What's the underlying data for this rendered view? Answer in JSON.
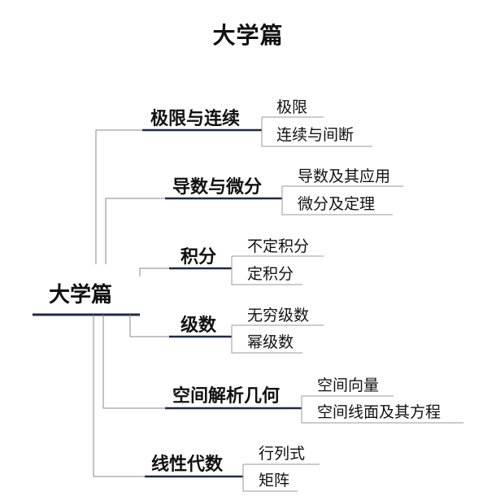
{
  "title": "大学篇",
  "root": "大学篇",
  "branches": [
    {
      "label": "极限与连续",
      "children": [
        "极限",
        "连续与间断"
      ]
    },
    {
      "label": "导数与微分",
      "children": [
        "导数及其应用",
        "微分及定理"
      ]
    },
    {
      "label": "积分",
      "children": [
        "不定积分",
        "定积分"
      ]
    },
    {
      "label": "级数",
      "children": [
        "无穷级数",
        "幂级数"
      ]
    },
    {
      "label": "空间解析几何",
      "children": [
        "空间向量",
        "空间线面及其方程"
      ]
    },
    {
      "label": "线性代数",
      "children": [
        "行列式",
        "矩阵"
      ]
    }
  ],
  "colors": {
    "branch_underline": "#1f2a44",
    "connector": "#8a8a8a",
    "leaf_box": "#9a9a9a"
  }
}
